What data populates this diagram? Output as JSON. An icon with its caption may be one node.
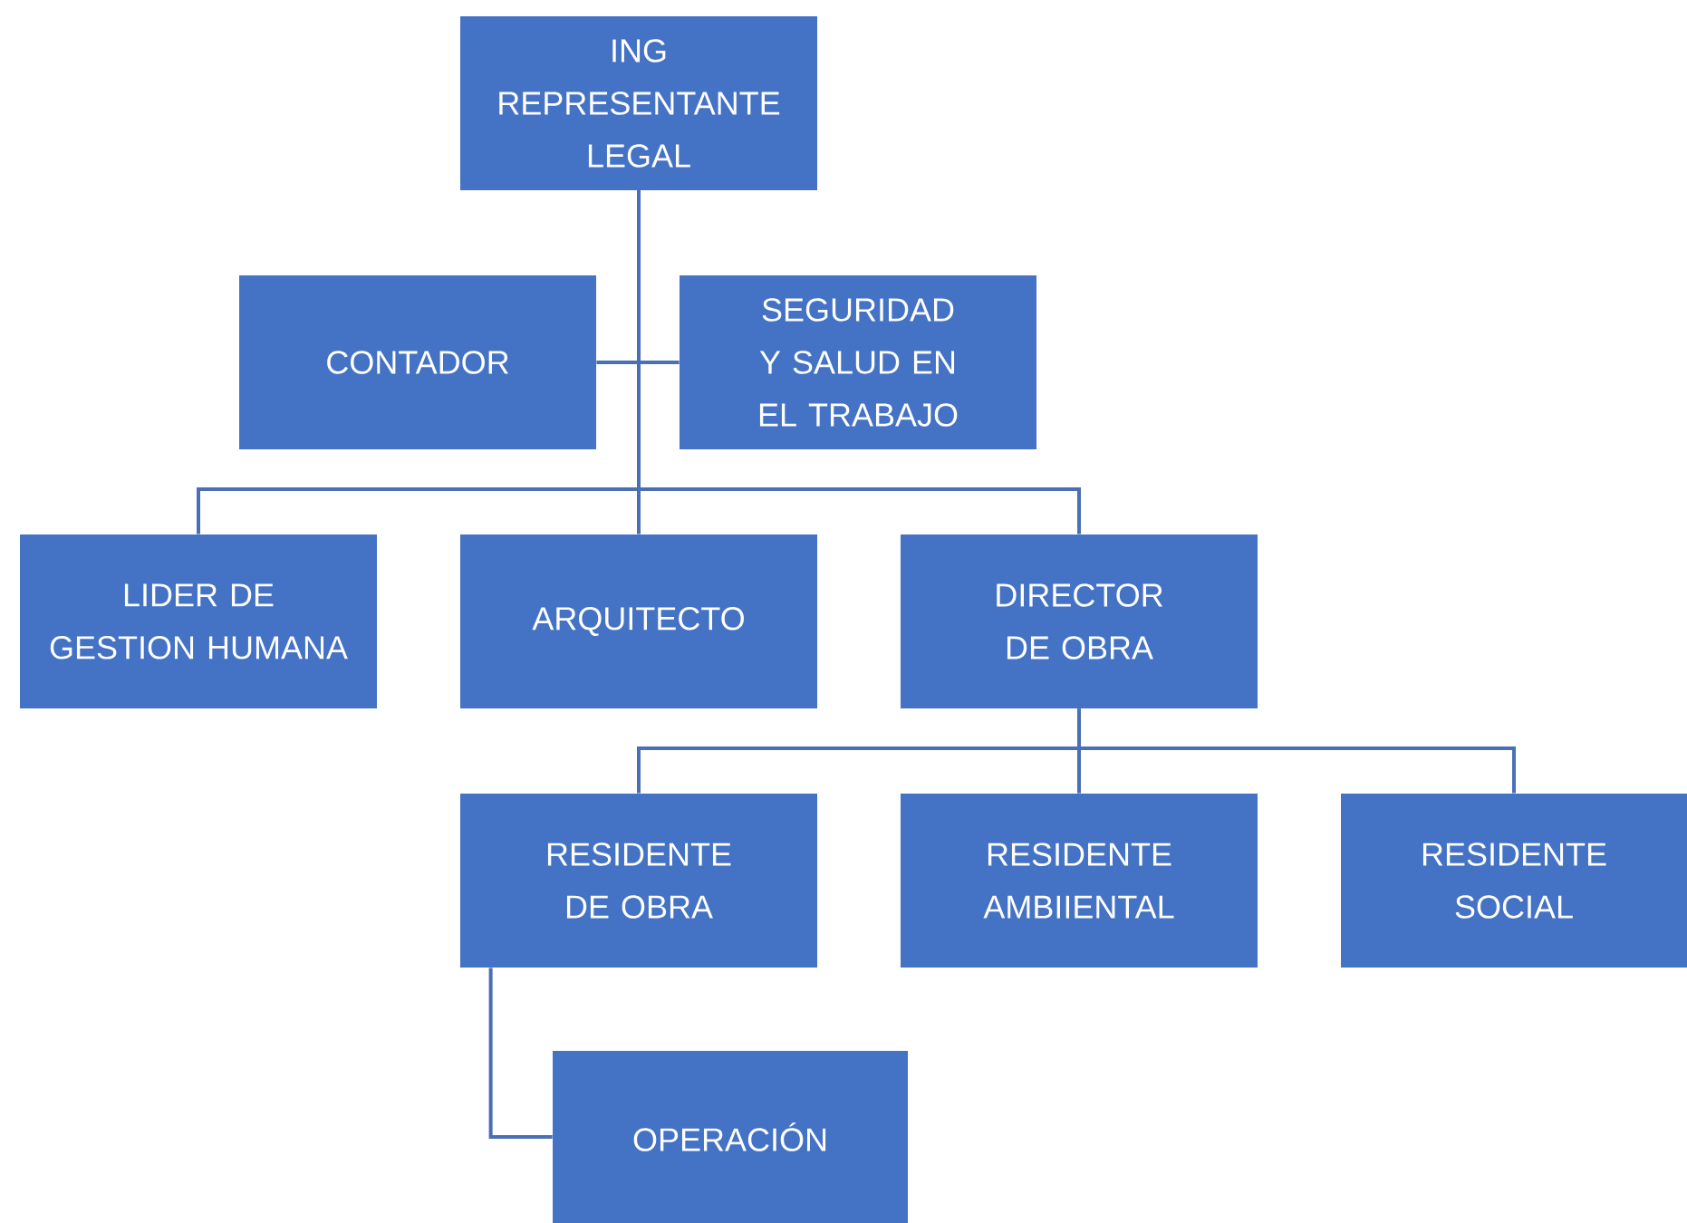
{
  "diagram": {
    "nodes": [
      {
        "text": [
          "ING REPRESENTANTE LEGAL"
        ]
      },
      {
        "text": [
          "CONTADOR"
        ]
      },
      {
        "text": [
          "SEGURIDAD Y SALUD EN EL TRABAJO"
        ]
      },
      {
        "text": [
          "LIDER DE GESTION HUMANA"
        ]
      },
      {
        "text": [
          "ARQUITECTO"
        ]
      },
      {
        "text": [
          "DIRECTOR DE OBRA"
        ]
      },
      {
        "text": [
          "RESIDENTE DE OBRA"
        ]
      },
      {
        "text": [
          "RESIDENTE AMBIIENTAL"
        ]
      },
      {
        "text": [
          "RESIDENTE SOCIAL"
        ]
      },
      {
        "text": [
          "OPERACIÓN"
        ]
      }
    ],
    "edges": [
      {
        "from": 0,
        "to": 1,
        "arrow": "none"
      },
      {
        "from": 0,
        "to": 2,
        "arrow": "none"
      },
      {
        "from": 0,
        "to": 3,
        "arrow": "none"
      },
      {
        "from": 0,
        "to": 4,
        "arrow": "none"
      },
      {
        "from": 0,
        "to": 5,
        "arrow": "none"
      },
      {
        "from": 5,
        "to": 6,
        "arrow": "none"
      },
      {
        "from": 5,
        "to": 7,
        "arrow": "none"
      },
      {
        "from": 5,
        "to": 8,
        "arrow": "none"
      },
      {
        "from": 6,
        "to": 9,
        "arrow": "none"
      }
    ]
  }
}
